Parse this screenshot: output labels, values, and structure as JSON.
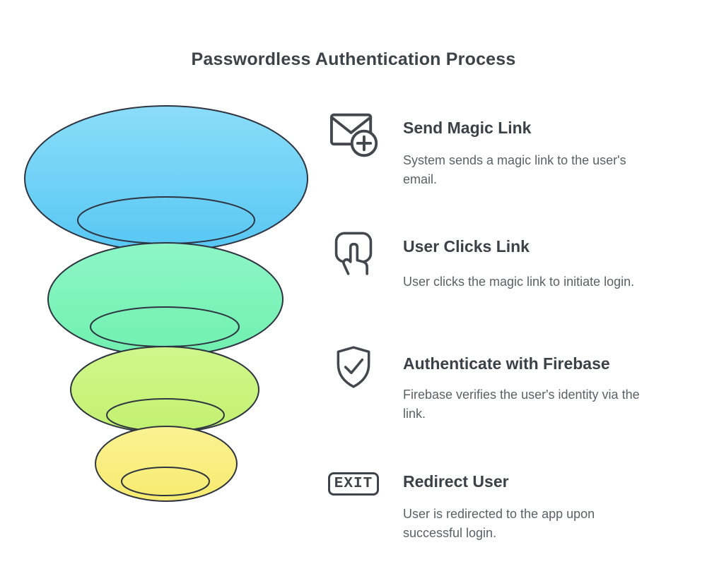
{
  "page": {
    "title": "Passwordless Authentication Process",
    "background_color": "#ffffff"
  },
  "funnel": {
    "type": "funnel-diagram",
    "stroke_color": "#2e3440",
    "levels": [
      {
        "rank": 1,
        "label": "Send Magic Link",
        "color_top": "#8bddf9",
        "color_bottom": "#57c7f3"
      },
      {
        "rank": 2,
        "label": "User Clicks Link",
        "color_top": "#8df6c6",
        "color_bottom": "#70f0b0"
      },
      {
        "rank": 3,
        "label": "Authenticate with Firebase",
        "color_top": "#d0f78c",
        "color_bottom": "#c2f170"
      },
      {
        "rank": 4,
        "label": "Redirect User",
        "color_top": "#fbf292",
        "color_bottom": "#f7eb70"
      }
    ]
  },
  "steps": [
    {
      "icon": "envelope-plus-icon",
      "title": "Send Magic Link",
      "desc_lines": [
        "System sends a magic link to the user's",
        "email."
      ]
    },
    {
      "icon": "tap-icon",
      "title": "User Clicks Link",
      "desc_lines": [
        "User clicks the magic link to initiate login."
      ]
    },
    {
      "icon": "shield-check-icon",
      "title": "Authenticate with Firebase",
      "desc_lines": [
        "Firebase verifies the user's identity via the",
        "link."
      ]
    },
    {
      "icon": "exit-icon",
      "exit_label": "EXIT",
      "title": "Redirect User",
      "desc_lines": [
        "User is redirected to the app upon",
        "successful login."
      ]
    }
  ]
}
